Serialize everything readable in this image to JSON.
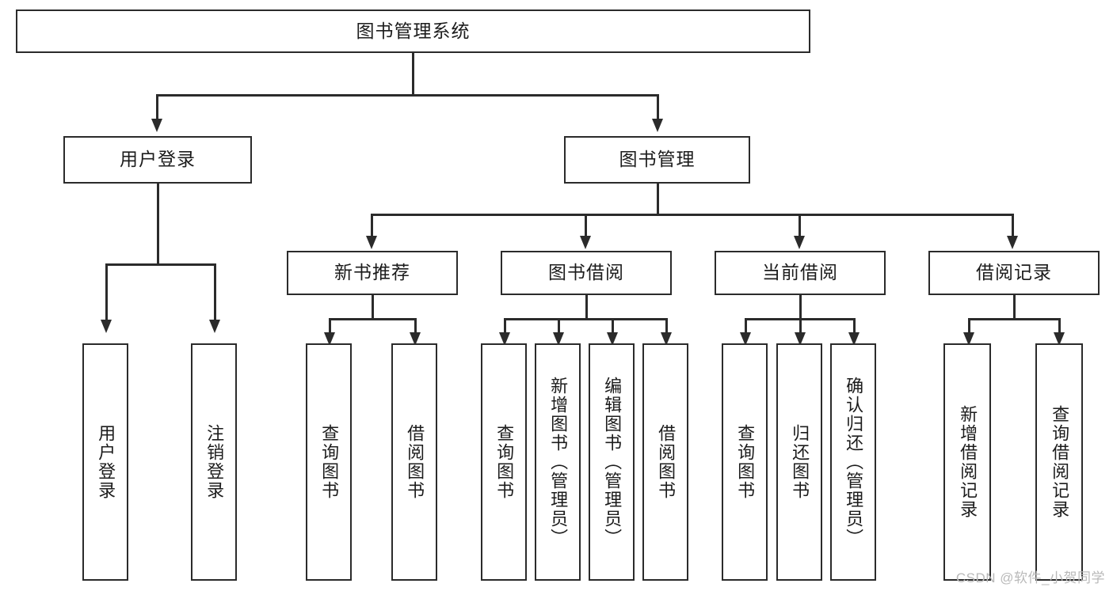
{
  "diagram": {
    "title": "图书管理系统",
    "type": "tree-hierarchy",
    "watermark": "CSDN @软件_小贺同学",
    "colors": {
      "box_border": "#2b2b2b",
      "box_fill": "#ffffff",
      "connector": "#2b2b2b",
      "text": "#1c1c1c",
      "watermark": "#b9b9b9",
      "background": "#ffffff"
    },
    "nodes": {
      "root": {
        "label": "图书管理系统"
      },
      "level2": [
        {
          "label": "用户登录"
        },
        {
          "label": "图书管理"
        }
      ],
      "level3": [
        {
          "label": "新书推荐"
        },
        {
          "label": "图书借阅"
        },
        {
          "label": "当前借阅"
        },
        {
          "label": "借阅记录"
        }
      ],
      "leaves_user_login": [
        {
          "label": "用户登录"
        },
        {
          "label": "注销登录"
        }
      ],
      "leaves_new_book": [
        {
          "label": "查询图书"
        },
        {
          "label": "借阅图书"
        }
      ],
      "leaves_borrow": [
        {
          "label": "查询图书"
        },
        {
          "label": "新增图书（管理员）"
        },
        {
          "label": "编辑图书（管理员）"
        },
        {
          "label": "借阅图书"
        }
      ],
      "leaves_current": [
        {
          "label": "查询图书"
        },
        {
          "label": "归还图书"
        },
        {
          "label": "确认归还（管理员）"
        }
      ],
      "leaves_records": [
        {
          "label": "新增借阅记录"
        },
        {
          "label": "查询借阅记录"
        }
      ]
    }
  }
}
